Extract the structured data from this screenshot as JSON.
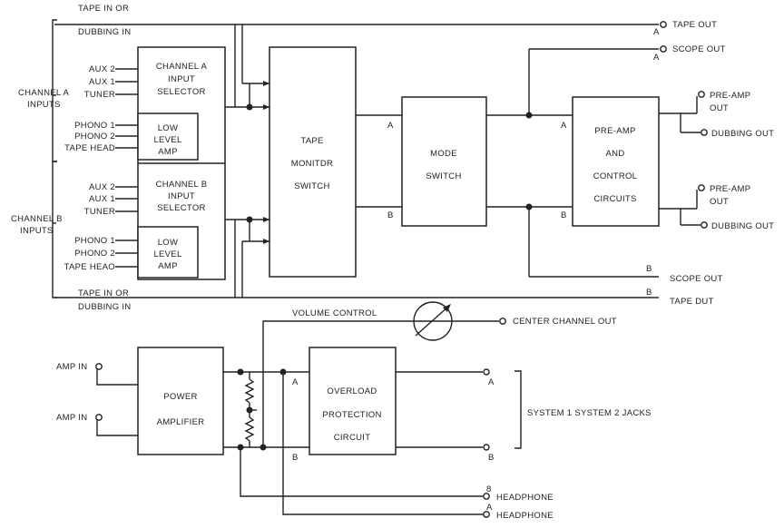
{
  "blocks": {
    "channel_a_input_selector": [
      "CHANNEL A",
      "INPUT",
      "SELECTOR"
    ],
    "channel_a_low_level_amp": [
      "LOW",
      "LEVEL",
      "AMP"
    ],
    "channel_b_input_selector": [
      "CHANNEL B",
      "INPUT",
      "SELECTOR"
    ],
    "channel_b_low_level_amp": [
      "LOW",
      "LEVEL",
      "AMP"
    ],
    "tape_monitor_switch": [
      "TAPE",
      "MONITDR",
      "SWITCH"
    ],
    "mode_switch": [
      "MODE",
      "SWITCH"
    ],
    "preamp_control": [
      "PRE-AMP",
      "AND",
      "CONTROL",
      "CIRCUITS"
    ],
    "power_amplifier": [
      "POWER",
      "AMPLIFIER"
    ],
    "overload_protection": [
      "OVERLOAD",
      "PROTECTION",
      "CIRCUIT"
    ]
  },
  "inputs": {
    "channel_a_group": [
      "CHANNEL A",
      "INPUTS"
    ],
    "channel_b_group": [
      "CHANNEL B",
      "INPUTS"
    ],
    "channel_a_tape_in": [
      "TAPE IN OR",
      "DUBBING IN"
    ],
    "channel_b_tape_in": [
      "TAPE IN OR",
      "DUBBING IN"
    ],
    "channel_a_sources": [
      "AUX 2",
      "AUX 1",
      "TUNER",
      "PHONO 1",
      "PHONO 2",
      "TAPE HEAD"
    ],
    "channel_b_sources": [
      "AUX 2",
      "AUX 1",
      "TUNER",
      "PHONO 1",
      "PHONO 2",
      "TAPE HEAO"
    ],
    "amp_in": [
      "AMP IN",
      "AMP IN"
    ]
  },
  "outputs": {
    "tape_out_a": "TAPE OUT",
    "scope_out_a": "SCOPE OUT",
    "preamp_out_a": [
      "PRE-AMP",
      "OUT"
    ],
    "dubbing_out_a": "DUBBING OUT",
    "preamp_out_b": [
      "PRE-AMP",
      "OUT"
    ],
    "dubbing_out_b": "DUBBING OUT",
    "scope_out_b": "SCOPE OUT",
    "tape_out_b": "TAPE DUT",
    "center_channel_out": "CENTER CHANNEL OUT",
    "system_jacks": "SYSTEM 1  SYSTEM 2  JACKS",
    "headphone_b": "HEADPHONE",
    "headphone_a": "HEADPHONE"
  },
  "controls": {
    "volume_control": "VOLUME CONTROL"
  },
  "channel_markers": {
    "a": "A",
    "b": "B",
    "b_alt": "8"
  }
}
